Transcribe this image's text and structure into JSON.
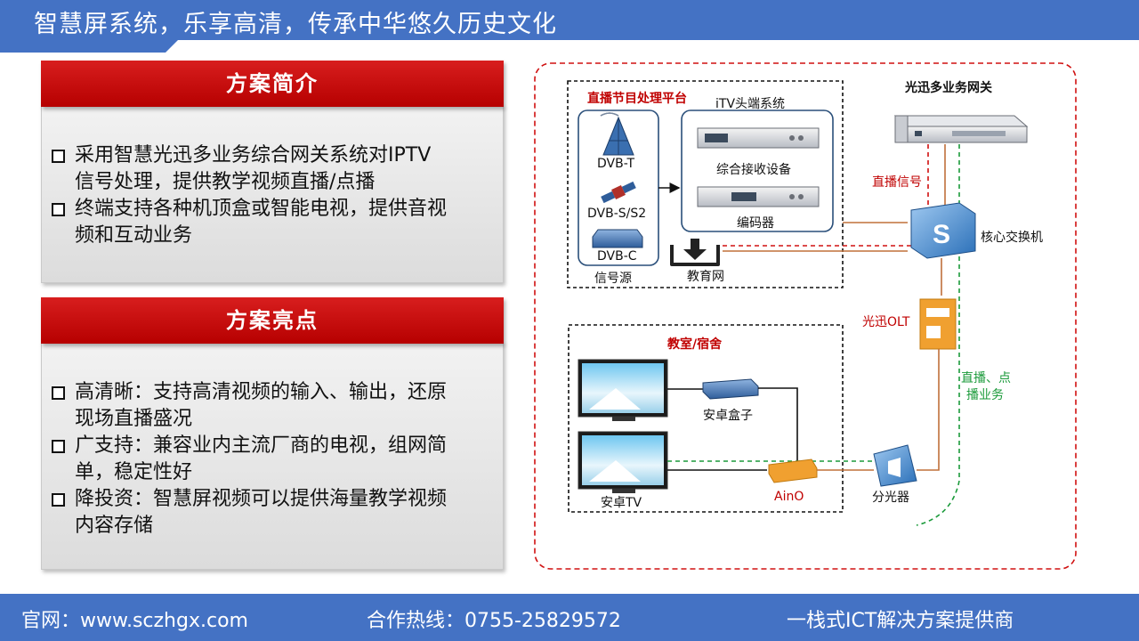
{
  "header": {
    "title": "智慧屏系统，乐享高清，传承中华悠久历史文化"
  },
  "intro": {
    "title": "方案简介",
    "bullets": [
      {
        "line1": "采用智慧光迅多业务综合网关系统对IPTV",
        "line2": "信号处理，提供教学视频直播/点播"
      },
      {
        "line1": "终端支持各种机顶盒或智能电视，提供音视",
        "line2": "频和互动业务"
      }
    ]
  },
  "highlights": {
    "title": "方案亮点",
    "bullets": [
      {
        "line1": "高清晰：支持高清视频的输入、输出，还原",
        "line2": "现场直播盛况"
      },
      {
        "line1": "广支持：兼容业内主流厂商的电视，组网简",
        "line2": "单，稳定性好"
      },
      {
        "line1": "降投资：智慧屏视频可以提供海量教学视频",
        "line2": "内容存储"
      }
    ]
  },
  "diagram": {
    "live_platform": "直播节目处理平台",
    "itv_system": "iTV头端系统",
    "dvb_t": "DVB-T",
    "dvb_s": "DVB-S/S2",
    "dvb_c": "DVB-C",
    "signal_source": "信号源",
    "receiver": "综合接收设备",
    "encoder": "编码器",
    "edu_net": "教育网",
    "gateway": "光迅多业务网关",
    "live_signal": "直播信号",
    "core_switch": "核心交换机",
    "olt": "光迅OLT",
    "vod_line1": "直播、点",
    "vod_line2": "播业务",
    "classroom": "教室/宿舍",
    "android_box": "安卓盒子",
    "android_tv": "安卓TV",
    "aino": "AinO",
    "splitter": "分光器",
    "switch_letter": "S"
  },
  "footer": {
    "website": "官网：www.sczhgx.com",
    "hotline": "合作热线：0755-25829572",
    "slogan": "一栈式ICT解决方案提供商"
  },
  "colors": {
    "brand_blue": "#4472c4",
    "head_red": "#c00000",
    "link_brown": "#c0703a",
    "service_green": "#1a9a3a",
    "olt_orange": "#f0a030"
  }
}
